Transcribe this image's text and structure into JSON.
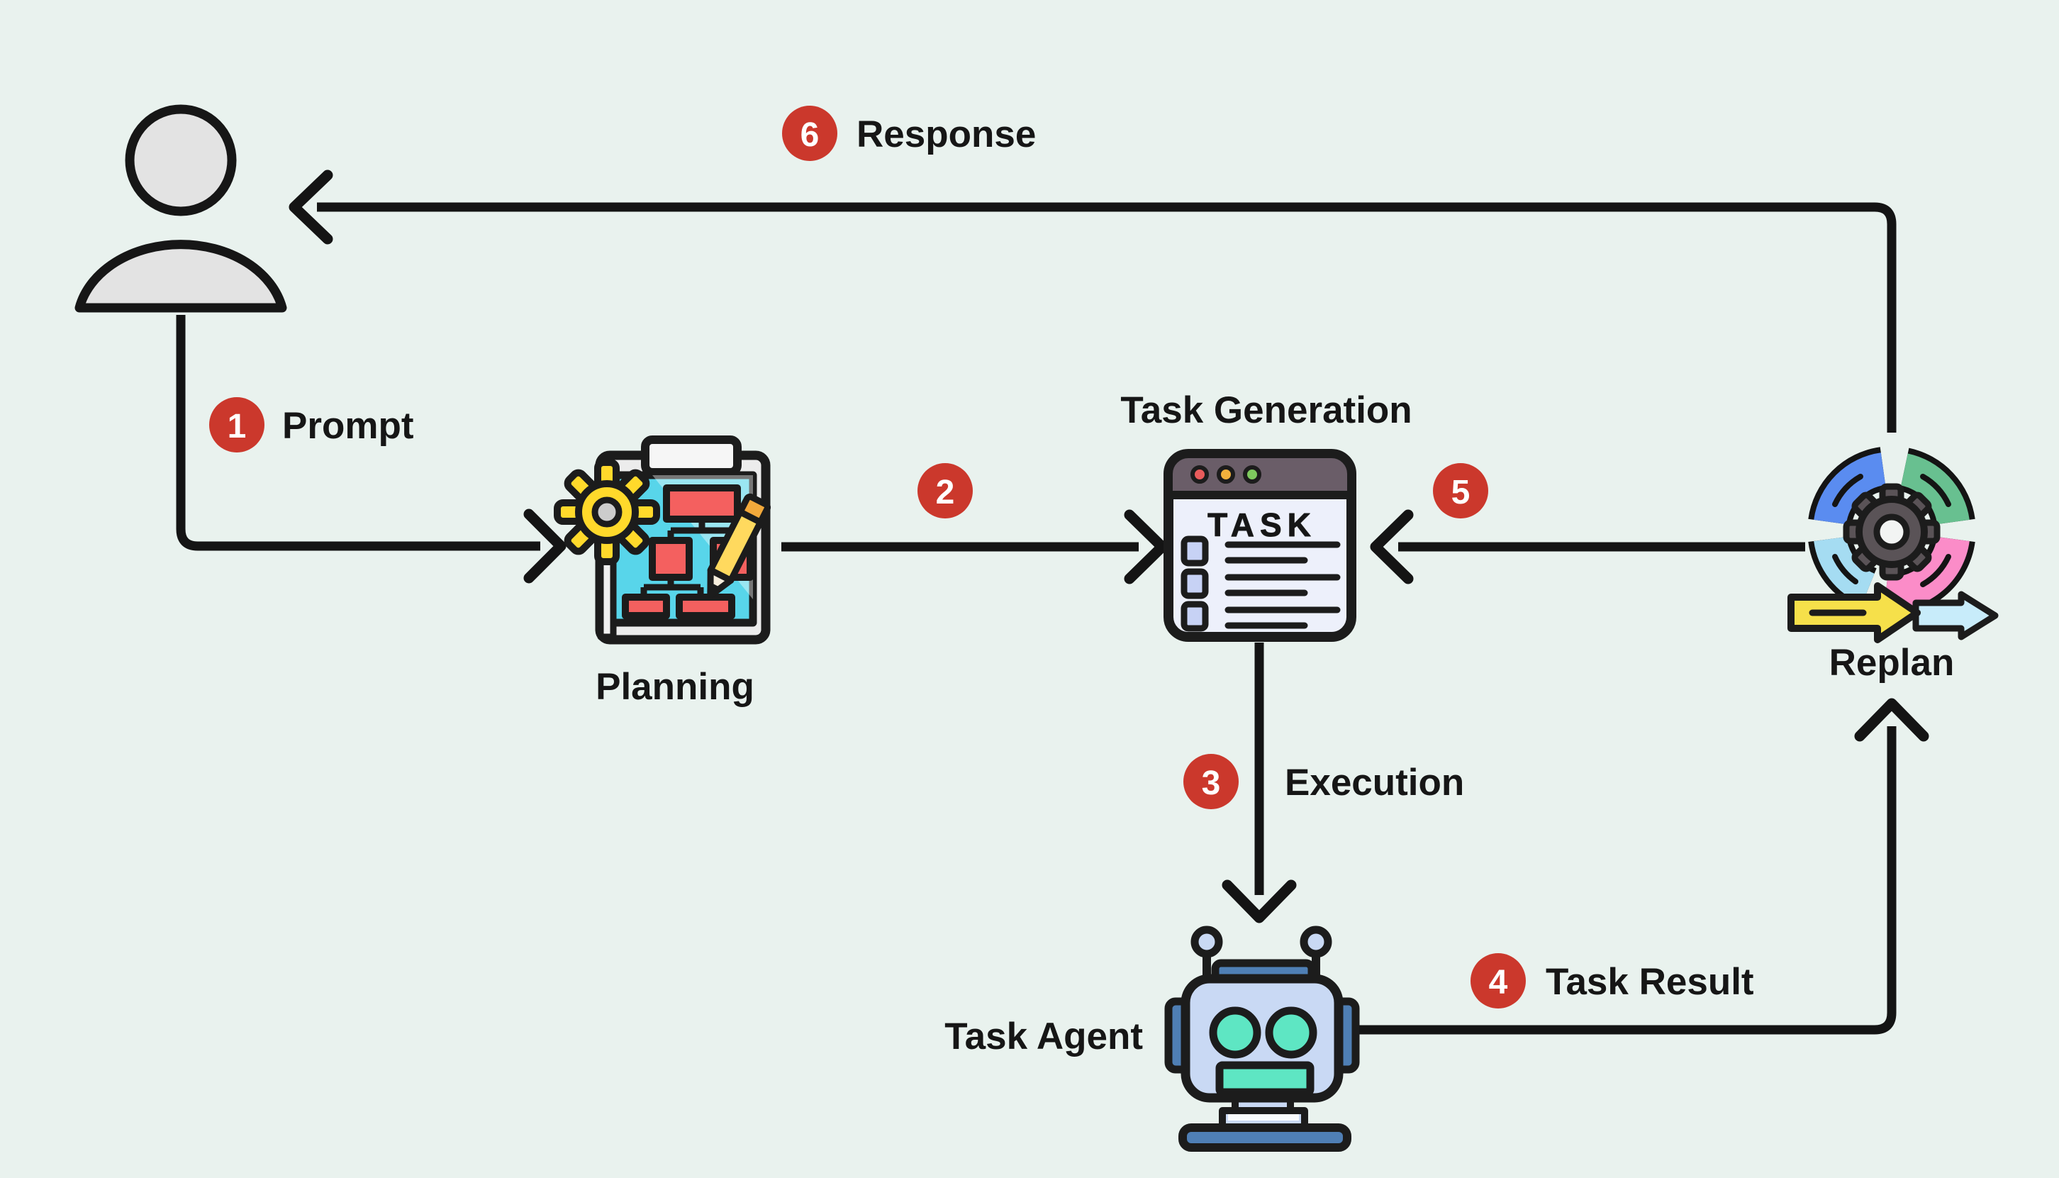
{
  "colors": {
    "background": "#e9f2ee",
    "line": "#141414",
    "badge": "#cb382c",
    "badge_text": "#ffffff",
    "text": "#161616"
  },
  "nodes": {
    "user": {
      "icon": "person-icon"
    },
    "planning": {
      "label": "Planning",
      "icon": "clipboard-flowchart-icon"
    },
    "task_generation": {
      "label": "Task Generation",
      "icon": "browser-task-window-icon",
      "window_title": "TASK"
    },
    "replan": {
      "label": "Replan",
      "icon": "agile-loop-gear-icon"
    },
    "task_agent": {
      "label": "Task Agent",
      "icon": "robot-icon"
    }
  },
  "steps": [
    {
      "num": "1",
      "label": "Prompt"
    },
    {
      "num": "2",
      "label": ""
    },
    {
      "num": "3",
      "label": "Execution"
    },
    {
      "num": "4",
      "label": "Task Result"
    },
    {
      "num": "5",
      "label": ""
    },
    {
      "num": "6",
      "label": "Response"
    }
  ]
}
